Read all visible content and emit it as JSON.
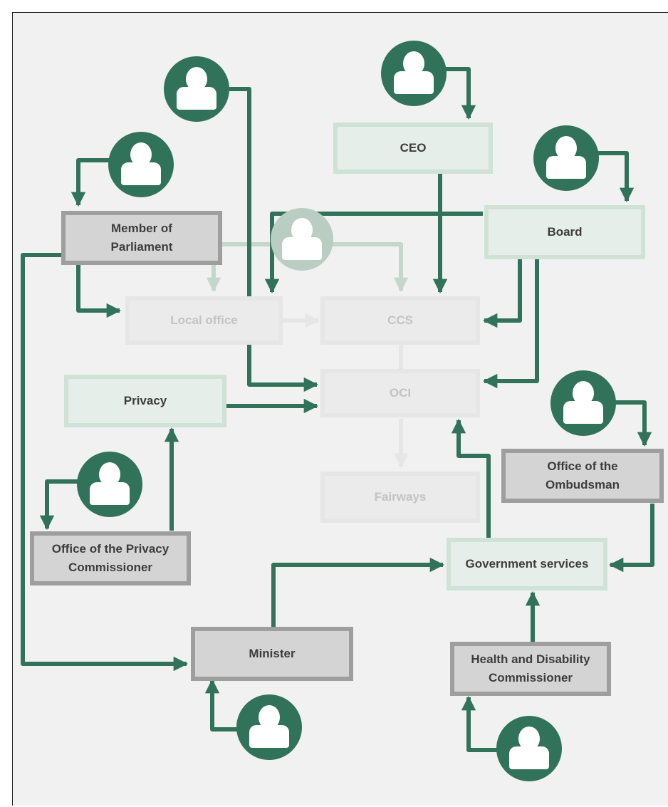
{
  "colors": {
    "arrow": "#30735a",
    "arrow_faded": "#b9cdc2",
    "box_green_fill": "#e6eeea",
    "box_green_border": "#cfe2d6",
    "box_gray_fill": "#d4d4d4",
    "box_gray_border": "#9e9e9e",
    "box_faded_text": "#c3c3c3",
    "text": "#3d3d3d"
  },
  "icons": {
    "person": "person-icon"
  },
  "nodes": {
    "ceo": "CEO",
    "board": "Board",
    "mp": "Member of Parliament",
    "local_office": "Local office",
    "ccs": "CCS",
    "oci": "OCI",
    "privacy": "Privacy",
    "fairways": "Fairways",
    "office_ombudsman": "Office of the Ombudsman",
    "office_privacy_commissioner": "Office of the Privacy Commissioner",
    "government_services": "Government services",
    "minister": "Minister",
    "hdc": "Health and Disability Commissioner"
  }
}
